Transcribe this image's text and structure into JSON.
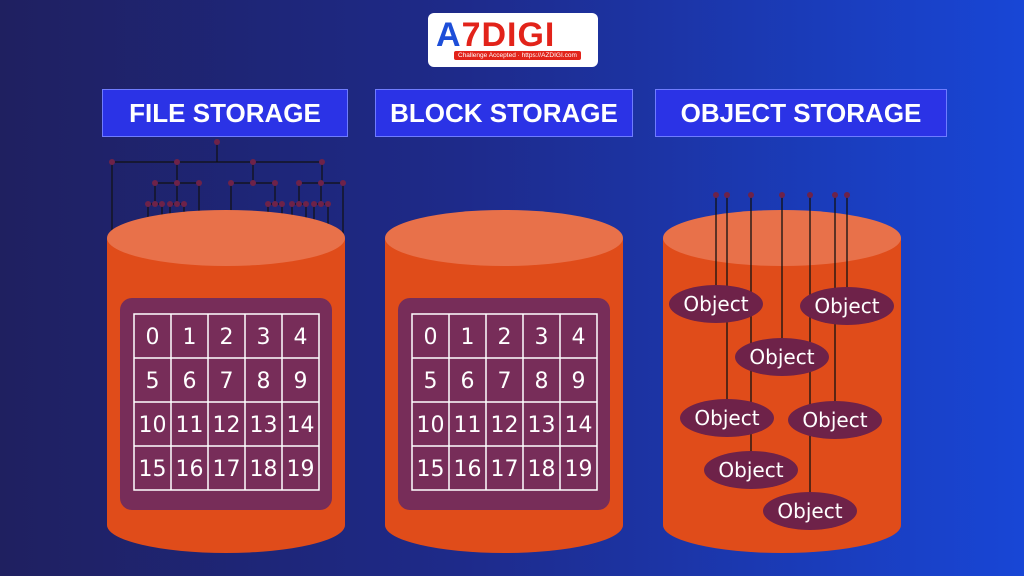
{
  "logo": {
    "text_prefix": "A",
    "text_rest": "7DIGI",
    "tagline": "Challenge Accepted · https://AZDIGI.com"
  },
  "titles": {
    "file": "FILE STORAGE",
    "block": "BLOCK STORAGE",
    "object": "OBJECT STORAGE"
  },
  "grid_numbers": [
    0,
    1,
    2,
    3,
    4,
    5,
    6,
    7,
    8,
    9,
    10,
    11,
    12,
    13,
    14,
    15,
    16,
    17,
    18,
    19
  ],
  "objects": [
    "Object",
    "Object",
    "Object",
    "Object",
    "Object",
    "Object",
    "Object"
  ],
  "colors": {
    "cylinder": "#e04c1a",
    "cylinder_top": "#e8714a",
    "panel": "#772d59",
    "node": "#6e2249"
  }
}
